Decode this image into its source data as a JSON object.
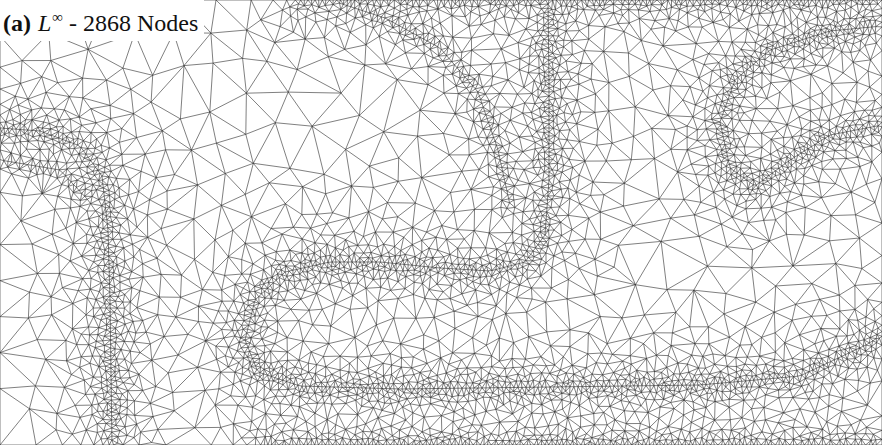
{
  "diagram": {
    "labels": [
      "(a)",
      "L",
      "∞",
      "- 2868 Nodes"
    ]
  }
}
